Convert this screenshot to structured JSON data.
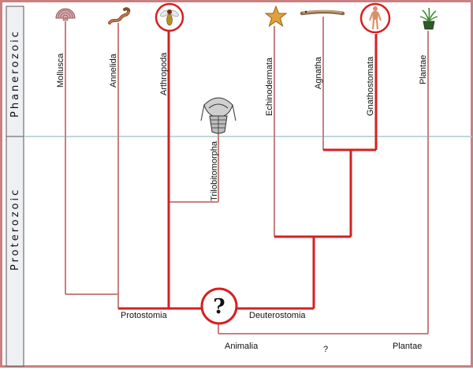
{
  "eras": {
    "upper": "Phanerozoic",
    "lower": "Proterozoic"
  },
  "taxa": {
    "mollusca": "Mollusca",
    "annelida": "Annelida",
    "arthropoda": "Arthropoda",
    "trilobitomorpha": "Trilobitomorpha",
    "echinodermata": "Echinodermata",
    "agnatha": "Agnatha",
    "gnathostomata": "Gnathostomata",
    "plantae": "Plantae"
  },
  "nodes": {
    "protostomia": "Protostomia",
    "deuterostomia": "Deuterostomia",
    "animalia": "Animalia",
    "plantae": "Plantae",
    "unknown_origin": "?",
    "unknown_root": "?"
  },
  "colors": {
    "line": "#c98080",
    "highlight": "#d42020",
    "era_boundary": "#a8cccc",
    "sidebar": "#eef0f4"
  },
  "icons": {
    "mollusca": "shell-icon",
    "annelida": "worm-icon",
    "arthropoda": "fly-icon",
    "trilobitomorpha": "trilobite-icon",
    "echinodermata": "starfish-icon",
    "agnatha": "lamprey-icon",
    "gnathostomata": "human-icon",
    "plantae": "potted-plant-icon"
  }
}
